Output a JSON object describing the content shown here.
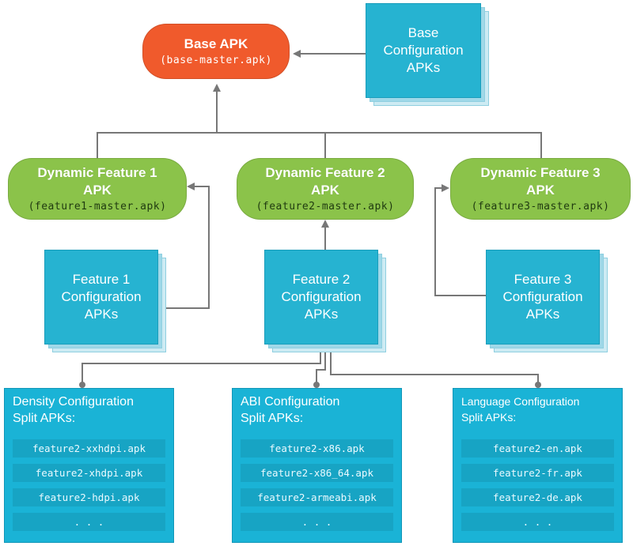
{
  "base": {
    "title": "Base APK",
    "file": "(base-master.apk)"
  },
  "base_config": {
    "line1": "Base",
    "line2": "Configuration",
    "line3": "APKs"
  },
  "features": [
    {
      "title_line1": "Dynamic Feature 1",
      "title_line2": "APK",
      "file": "(feature1-master.apk)"
    },
    {
      "title_line1": "Dynamic Feature 2",
      "title_line2": "APK",
      "file": "(feature2-master.apk)"
    },
    {
      "title_line1": "Dynamic Feature 3",
      "title_line2": "APK",
      "file": "(feature3-master.apk)"
    }
  ],
  "feature_configs": [
    {
      "line1": "Feature 1",
      "line2": "Configuration",
      "line3": "APKs"
    },
    {
      "line1": "Feature 2",
      "line2": "Configuration",
      "line3": "APKs"
    },
    {
      "line1": "Feature 3",
      "line2": "Configuration",
      "line3": "APKs"
    }
  ],
  "splits": [
    {
      "title_line1": "Density Configuration",
      "title_line2": "Split APKs:",
      "items": [
        "feature2-xxhdpi.apk",
        "feature2-xhdpi.apk",
        "feature2-hdpi.apk",
        ". . ."
      ]
    },
    {
      "title_line1": "ABI Configuration",
      "title_line2": "Split APKs:",
      "items": [
        "feature2-x86.apk",
        "feature2-x86_64.apk",
        "feature2-armeabi.apk",
        ". . ."
      ]
    },
    {
      "title_line1": "Language Configuration",
      "title_line2": "Split APKs:",
      "items": [
        "feature2-en.apk",
        "feature2-fr.apk",
        "feature2-de.apk",
        ". . ."
      ]
    }
  ],
  "colors": {
    "base": "#f05a2c",
    "feature": "#8bc34a",
    "config": "#26b3d1",
    "split": "#1ab3d6",
    "connector": "#777777"
  }
}
